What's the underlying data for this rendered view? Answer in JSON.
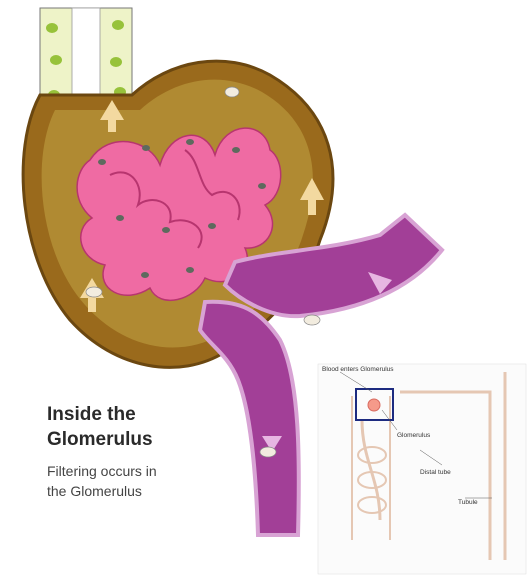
{
  "caption": {
    "title_line1": "Inside the",
    "title_line2": "Glomerulus",
    "subtitle_line1": "Filtering occurs in",
    "subtitle_line2": "the Glomerulus"
  },
  "inset": {
    "labels": {
      "blood_enters": "Blood enters Glomerulus",
      "glomerulus": "Glomerulus",
      "distal_tube": "Distal tube",
      "tubule": "Tubule"
    }
  },
  "colors": {
    "capsule": "#9a6a1c",
    "capsule_inner": "#b08a32",
    "capillary": "#ef6ba3",
    "vessel": "#a23f97",
    "highlight_box": "#1d2b80"
  },
  "icons": [
    "flow-arrow-icon",
    "cell-nucleus-icon",
    "blood-cell-icon"
  ]
}
